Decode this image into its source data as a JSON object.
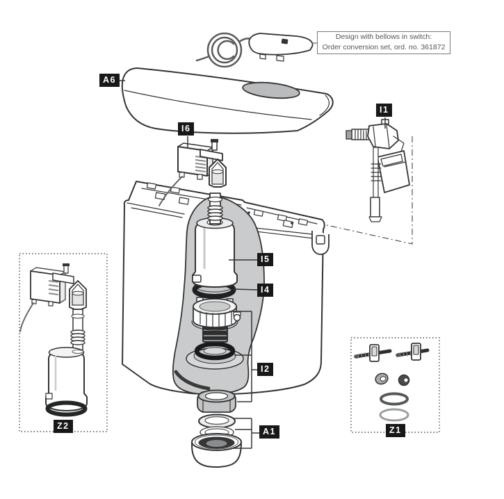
{
  "note_box": {
    "line1": "Design with bellows in switch:",
    "line2": "Order conversion set, ord. no. 361872"
  },
  "labels": {
    "lid": "A6",
    "actuator_unit": "I6",
    "fill_valve": "I1",
    "flush_valve_body": "I5",
    "valve_seal": "I4",
    "outlet_seat_set": "I2",
    "flush_bend_set": "A1",
    "flush_valve_assembly": "Z2",
    "fixing_set": "Z1"
  },
  "colors": {
    "outline": "#333333",
    "cutaway_fill": "#c9cbcc",
    "part_gray": "#c3c5c6",
    "label_bg": "#181818",
    "label_text": "#ffffff",
    "note_border": "#7a7a7a",
    "note_text": "#555555",
    "background": "#ffffff"
  }
}
